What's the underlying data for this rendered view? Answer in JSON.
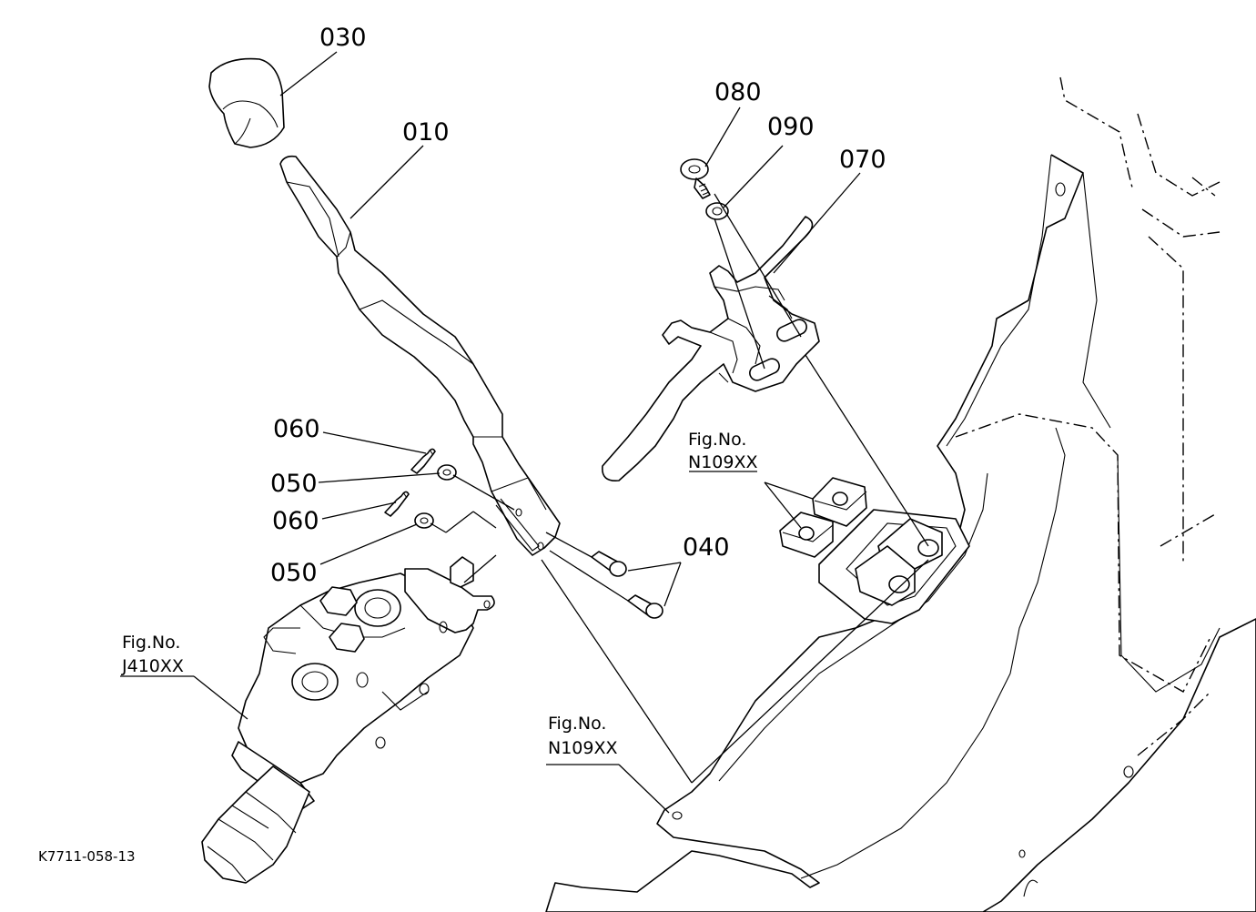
{
  "callouts": {
    "p030": "030",
    "p010": "010",
    "p080": "080",
    "p090": "090",
    "p070": "070",
    "p060a": "060",
    "p050a": "050",
    "p060b": "060",
    "p050b": "050",
    "p040": "040"
  },
  "figure_refs": {
    "upper_right": {
      "prefix": "Fig.No.",
      "number": "N109XX"
    },
    "lower_left": {
      "prefix": "Fig.No.",
      "number": "J410XX"
    },
    "lower_center": {
      "prefix": "Fig.No.",
      "number": "N109XX"
    }
  },
  "drawing_code": "K7711-058-13"
}
